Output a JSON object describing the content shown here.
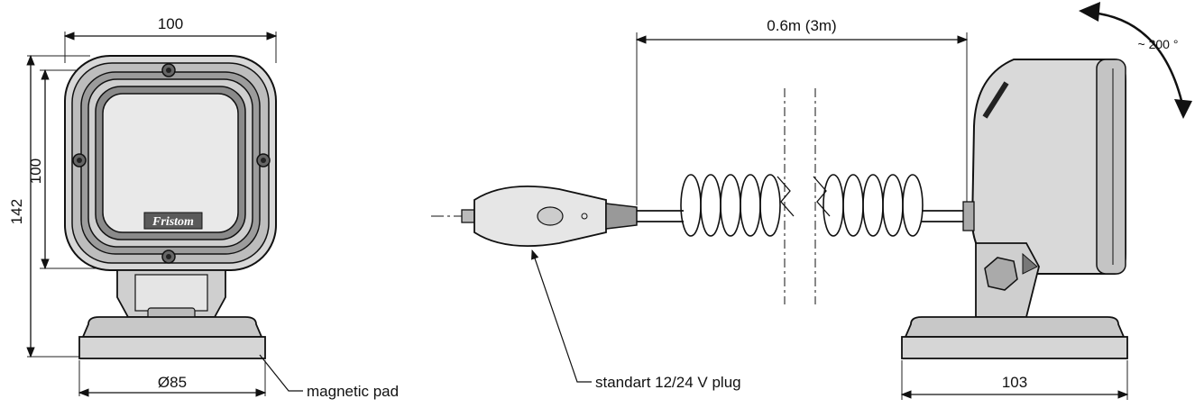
{
  "dimensions": {
    "front_width": "100",
    "front_height_inner": "100",
    "total_height": "142",
    "base_diameter": "Ø85",
    "cable_length": "0.6m (3m)",
    "rotation": "~ 200 °",
    "side_base_width": "103"
  },
  "callouts": {
    "magnetic_pad": "magnetic pad",
    "plug": "standart 12/24 V plug"
  },
  "logo": {
    "brand": "Fristom"
  }
}
